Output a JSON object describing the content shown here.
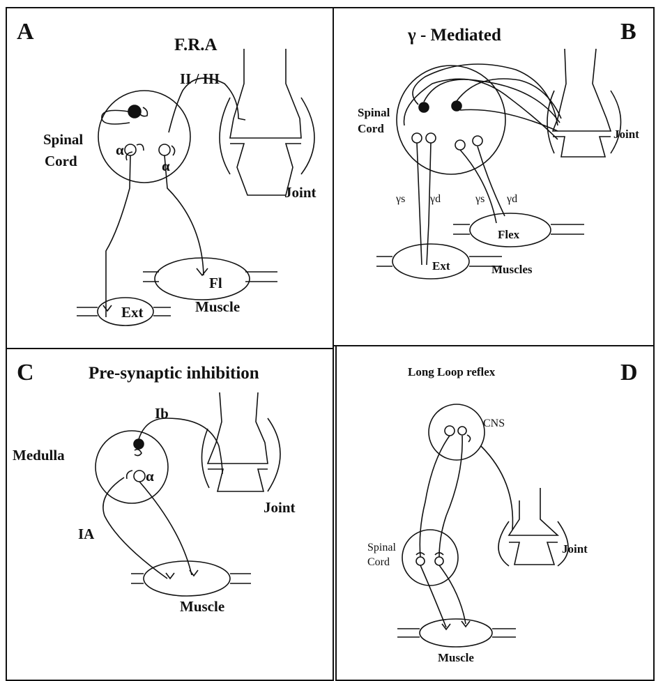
{
  "panels": {
    "a": {
      "letter": "A",
      "title": "F.R.A",
      "fiber_label": "II / III",
      "cord_label_1": "Spinal",
      "cord_label_2": "Cord",
      "alpha_left": "α",
      "alpha_right": "α",
      "joint": "Joint",
      "flexor": "Fl",
      "extensor": "Ext",
      "muscle": "Muscle"
    },
    "b": {
      "letter": "B",
      "title": "γ - Mediated",
      "cord_label_1": "Spinal",
      "cord_label_2": "Cord",
      "joint": "Joint",
      "gamma_s_1": "γs",
      "gamma_d_1": "γd",
      "gamma_s_2": "γs",
      "gamma_d_2": "γd",
      "flexor": "Flex",
      "extensor": "Ext",
      "muscles": "Muscles"
    },
    "c": {
      "letter": "C",
      "title": "Pre-synaptic inhibition",
      "fiber_ib": "Ib",
      "medulla": "Medulla",
      "alpha": "α",
      "joint": "Joint",
      "fiber_ia": "IA",
      "muscle": "Muscle"
    },
    "d": {
      "letter": "D",
      "title": "Long Loop reflex",
      "cns": "CNS",
      "cord_label_1": "Spinal",
      "cord_label_2": "Cord",
      "joint": "Joint",
      "muscle": "Muscle"
    }
  }
}
